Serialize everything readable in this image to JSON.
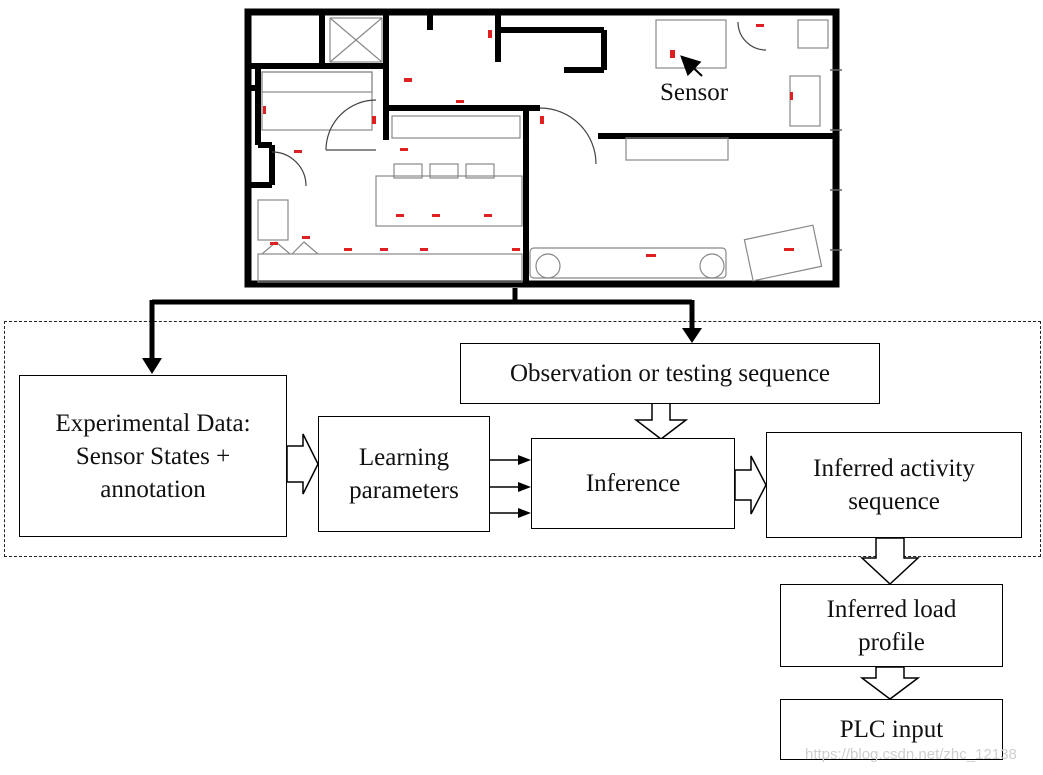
{
  "floorplan": {
    "sensor_label": "Sensor"
  },
  "flow": {
    "experimental_data": [
      "Experimental Data:",
      "Sensor States +",
      "annotation"
    ],
    "learning_parameters": [
      "Learning",
      "parameters"
    ],
    "observation_sequence": "Observation or testing sequence",
    "inference": "Inference",
    "inferred_activity": [
      "Inferred activity",
      "sequence"
    ],
    "inferred_load_profile": [
      "Inferred load",
      "profile"
    ],
    "plc_input": "PLC input"
  },
  "watermark": "https://blog.csdn.net/zhc_12138",
  "colors": {
    "sensor": "#e02020",
    "line": "#000000",
    "wall": "#000000"
  }
}
